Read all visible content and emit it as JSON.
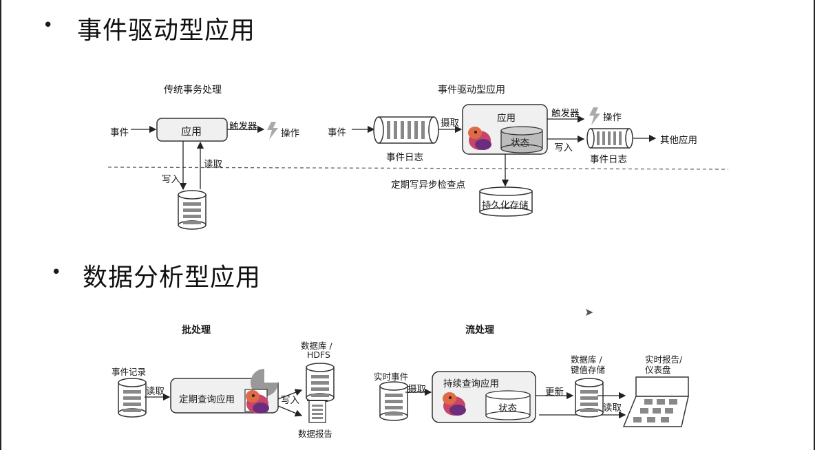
{
  "event_driven": {
    "heading": "事件驱动型应用",
    "traditional": {
      "title": "传统事务处理",
      "event": "事件",
      "app": "应用",
      "trigger": "触发器",
      "action": "操作",
      "read": "读取",
      "write": "写入"
    },
    "event_app": {
      "title": "事件驱动型应用",
      "event": "事件",
      "event_log": "事件日志",
      "ingest": "摄取",
      "app": "应用",
      "state": "状态",
      "trigger": "触发器",
      "action": "操作",
      "write": "写入",
      "event_log_out": "事件日志",
      "other_apps": "其他应用",
      "checkpoint": "定期写异步检查点",
      "storage": "持久化存储"
    }
  },
  "analytics": {
    "heading": "数据分析型应用",
    "batch": {
      "title": "批处理",
      "event_records": "事件记录",
      "read": "读取",
      "query_app": "定期查询应用",
      "write": "写入",
      "db_hdfs_1": "数据库 /",
      "db_hdfs_2": "HDFS",
      "report": "数据报告"
    },
    "stream": {
      "title": "流处理",
      "realtime_events": "实时事件",
      "ingest": "摄取",
      "continuous_app": "持续查询应用",
      "state": "状态",
      "update": "更新",
      "read": "读取",
      "kv_1": "数据库 /",
      "kv_2": "键值存储",
      "dashboard_1": "实时报告/",
      "dashboard_2": "仪表盘"
    }
  },
  "bullet": "•",
  "icons": [
    "lightning-icon",
    "squirrel-logo-icon",
    "database-icon",
    "log-queue-icon",
    "dashboard-icon",
    "cursor-icon"
  ]
}
